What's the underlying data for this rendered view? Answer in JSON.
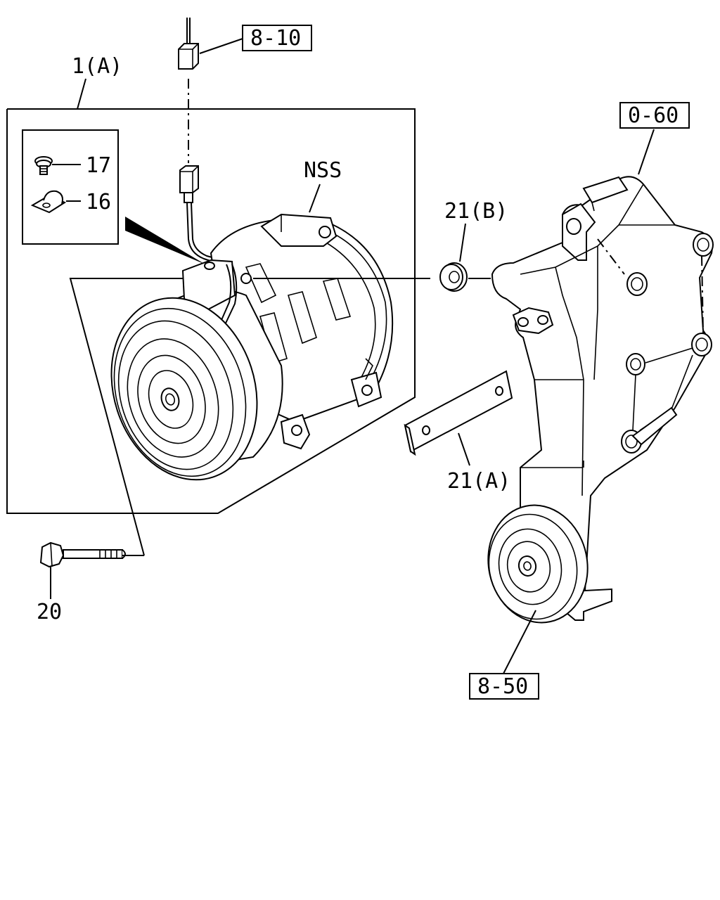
{
  "labels": {
    "assembly": "1(A)",
    "ref_top": "8-10",
    "ref_right": "0-60",
    "ref_bottom": "8-50",
    "screw": "17",
    "clip": "16",
    "nss": "NSS",
    "washer": "21(B)",
    "plate": "21(A)",
    "bolt": "20"
  }
}
